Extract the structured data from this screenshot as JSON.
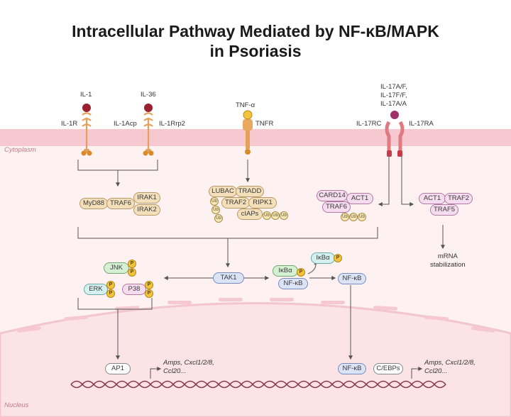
{
  "title_line1": "Intracellular Pathway Mediated by NF-κB/MAPK",
  "title_line2": "in Psoriasis",
  "regions": {
    "cytoplasm": "Cytoplasm",
    "nucleus": "Nucleus"
  },
  "ligands": {
    "il1": "IL-1",
    "il36": "IL-36",
    "tnfa": "TNF-α",
    "il17": [
      "IL-17A/F,",
      "IL-17F/F,",
      "IL-17A/A"
    ]
  },
  "receptors": {
    "il1r": "IL-1R",
    "il1acp": "IL-1Acp",
    "il1rrp2": "IL-1Rrp2",
    "tnfr": "TNFR",
    "il17rc": "IL-17RC",
    "il17ra": "IL-17RA"
  },
  "complexes": {
    "myd88": "MyD88",
    "traf6": "TRAF6",
    "irak1": "IRAK1",
    "irak2": "IRAK2",
    "lubac": "LUBAC",
    "tradd": "TRADD",
    "traf2": "TRAF2",
    "ripk1": "RIPK1",
    "ciaps": "cIAPs",
    "card14": "CARD14",
    "act1": "ACT1",
    "traf6b": "TRAF6",
    "act1b": "ACT1",
    "traf2b": "TRAF2",
    "traf5": "TRAF5",
    "ub": "Ub"
  },
  "mrna": [
    "mRNA",
    "stabilization"
  ],
  "kinases": {
    "tak1": "TAK1",
    "jnk": "JNK",
    "erk": "ERK",
    "p38": "P38",
    "p": "P"
  },
  "nfkb": {
    "ikba": "IκBα",
    "nfkb_in": "NF-κB",
    "ikba_free": "IκBα",
    "nfkb_free": "NF-κB",
    "nfkb_nucleus": "NF-κB",
    "cebps": "C/EBPs"
  },
  "nucleus": {
    "ap1": "AP1",
    "genes1": [
      "Amps, Cxcl1/2/8,",
      "Ccl20..."
    ],
    "genes2": [
      "Amps, Cxcl1/2/8,",
      "Ccl20..."
    ]
  },
  "colors": {
    "membrane": "#f5c9cf",
    "cytoplasm": "#fdf1f2",
    "nucleus": "#fbe3e6",
    "dna": "#8a3a4a",
    "receptor": "#e6a05a",
    "ligand": "#9b2030",
    "il17_ligand": "#a0306a",
    "il17_receptor": "#e07a80"
  }
}
